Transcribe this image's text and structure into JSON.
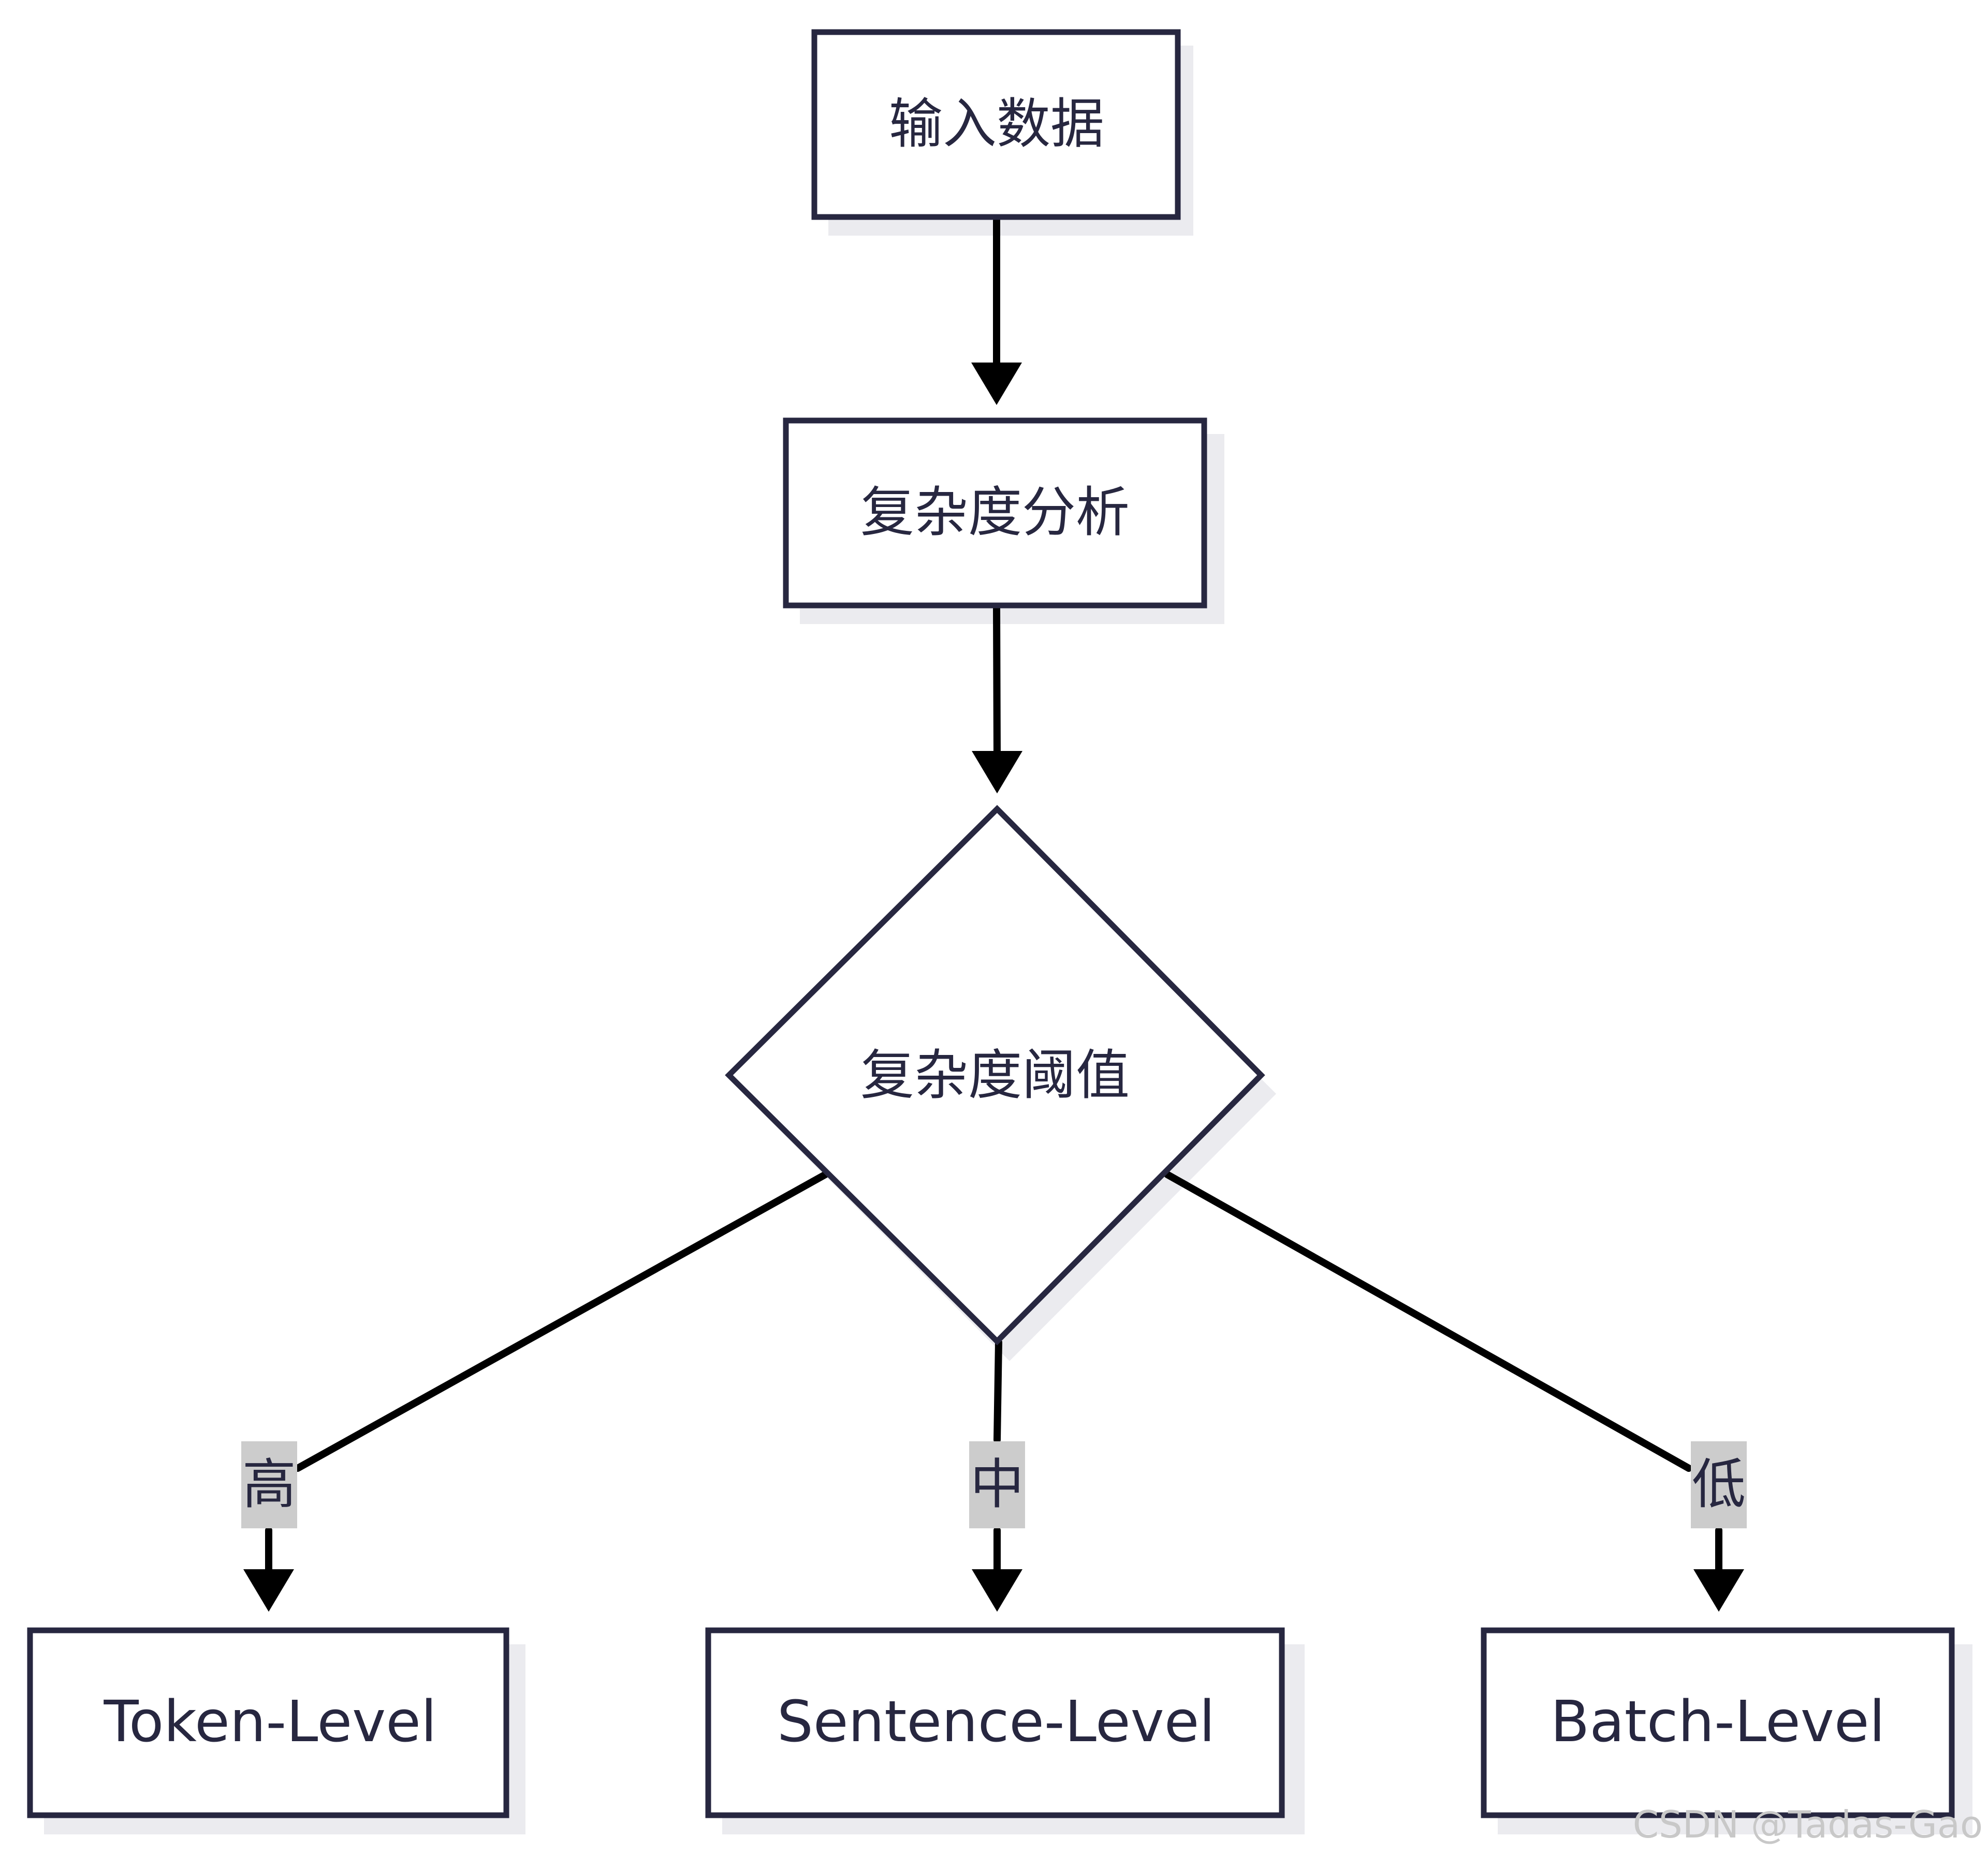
{
  "nodes": {
    "input": "输入数据",
    "complexity_analysis": "复杂度分析",
    "complexity_threshold": "复杂度阈值",
    "token_level": "Token-Level",
    "sentence_level": "Sentence-Level",
    "batch_level": "Batch-Level"
  },
  "edge_labels": {
    "high": "高",
    "medium": "中",
    "low": "低"
  },
  "watermark": "CSDN @Tadas-Gao",
  "colors": {
    "node_border": "#272740",
    "text": "#272740",
    "edge": "#000000",
    "shadow": "#ebebef",
    "edge_label_bg": "#cccccc",
    "watermark": "#c8c8c8"
  }
}
